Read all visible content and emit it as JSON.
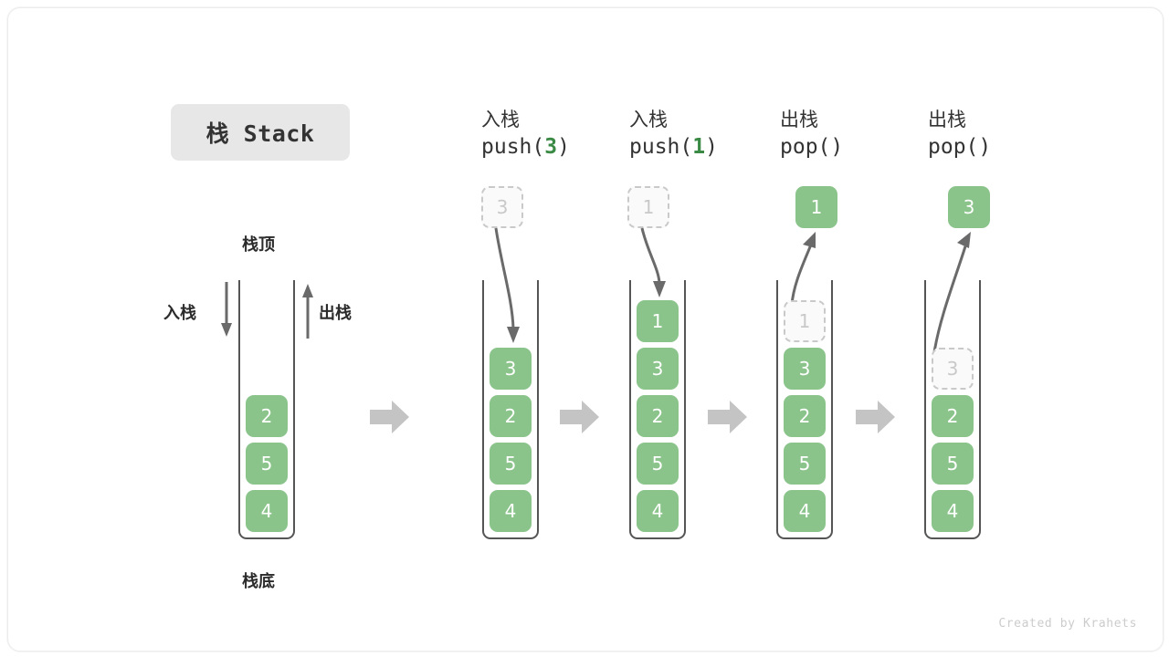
{
  "title": {
    "text": "栈 Stack"
  },
  "labels": {
    "top": "栈顶",
    "bottom": "栈底",
    "push_side": "入栈",
    "pop_side": "出栈"
  },
  "footer": {
    "credit": "Created by Krahets"
  },
  "colors": {
    "cell_fill": "#8ac48a",
    "cell_text": "#ffffff",
    "ghost_border": "#c9c9c9",
    "ghost_text": "#c9c9c9",
    "accent_green": "#3a8a45",
    "arrow_gray": "#c4c4c4",
    "stroke_dark": "#555555",
    "badge_bg": "#e7e7e7"
  },
  "columns": [
    {
      "id": "initial",
      "head_line1": "",
      "head_line2": "",
      "head_num": "",
      "stack": [
        "2",
        "5",
        "4"
      ],
      "incoming": null,
      "outgoing": null,
      "ghost_in_stack": null
    },
    {
      "id": "push-3",
      "head_line1": "入栈",
      "head_line2_pre": "push(",
      "head_num": "3",
      "head_line2_post": ")",
      "stack": [
        "3",
        "2",
        "5",
        "4"
      ],
      "incoming": {
        "value": "3",
        "kind": "push"
      },
      "outgoing": null,
      "ghost_in_stack": null
    },
    {
      "id": "push-1",
      "head_line1": "入栈",
      "head_line2_pre": "push(",
      "head_num": "1",
      "head_line2_post": ")",
      "stack": [
        "1",
        "3",
        "2",
        "5",
        "4"
      ],
      "incoming": {
        "value": "1",
        "kind": "push"
      },
      "outgoing": null,
      "ghost_in_stack": null
    },
    {
      "id": "pop-1",
      "head_line1": "出栈",
      "head_line2_pre": "pop(",
      "head_num": "",
      "head_line2_post": ")",
      "stack": [
        "3",
        "2",
        "5",
        "4"
      ],
      "incoming": null,
      "outgoing": {
        "value": "1",
        "kind": "pop"
      },
      "ghost_in_stack": "1"
    },
    {
      "id": "pop-3",
      "head_line1": "出栈",
      "head_line2_pre": "pop(",
      "head_num": "",
      "head_line2_post": ")",
      "stack": [
        "2",
        "5",
        "4"
      ],
      "incoming": null,
      "outgoing": {
        "value": "3",
        "kind": "pop"
      },
      "ghost_in_stack": "3"
    }
  ],
  "flow_arrows": 4
}
